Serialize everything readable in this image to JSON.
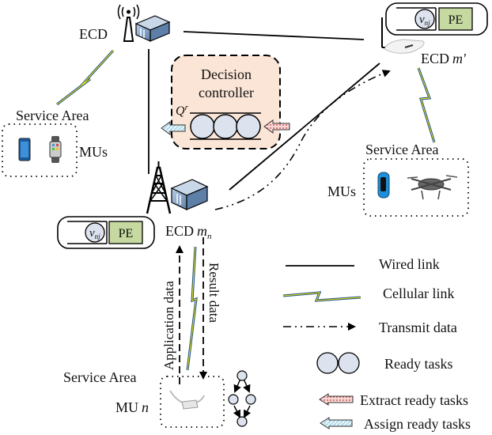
{
  "nodes": {
    "ecd_top_left": {
      "label": "ECD"
    },
    "ecd_m_prime": {
      "label": "ECD",
      "var": "m'"
    },
    "ecd_mn": {
      "label": "ECD",
      "var": "m",
      "sub": "n"
    },
    "mu_n": {
      "label": "MU",
      "var": "n"
    }
  },
  "service_areas": [
    {
      "title": "Service Area",
      "label": "MUs",
      "devices": [
        "smartphone",
        "smartwatch"
      ]
    },
    {
      "title": "Service Area",
      "label": "MUs",
      "devices": [
        "fitness-band",
        "drone"
      ]
    },
    {
      "title": "Service Area",
      "label": "MU n",
      "devices": [
        "smart-glasses"
      ]
    }
  ],
  "decision_controller": {
    "title_line1": "Decision",
    "title_line2": "controller",
    "queue_label": "Q",
    "queue_sup": "r",
    "queue_tasks": 3
  },
  "processing_unit": {
    "vm_label": "v",
    "vm_sub": "nj",
    "pe_label": "PE"
  },
  "link_labels": {
    "uplink": "Application data",
    "downlink": "Result data"
  },
  "legend": [
    {
      "key": "wired",
      "label": "Wired link"
    },
    {
      "key": "cellular",
      "label": "Cellular link"
    },
    {
      "key": "transmit",
      "label": "Transmit data"
    },
    {
      "key": "ready",
      "label": "Ready tasks"
    },
    {
      "key": "extract",
      "label": "Extract ready tasks"
    },
    {
      "key": "assign",
      "label": "Assign ready tasks"
    }
  ],
  "colors": {
    "controller_fill": "#fbe5d6",
    "pe_fill": "#c5d9a0",
    "task_fill": "#dce3ee",
    "bolt_blue": "#1f4e8c",
    "bolt_yellow": "#f5f000",
    "extract_arrow": "#e6a0a0",
    "assign_arrow": "#bfe3f0",
    "server_blue": "#7fa3c8"
  }
}
